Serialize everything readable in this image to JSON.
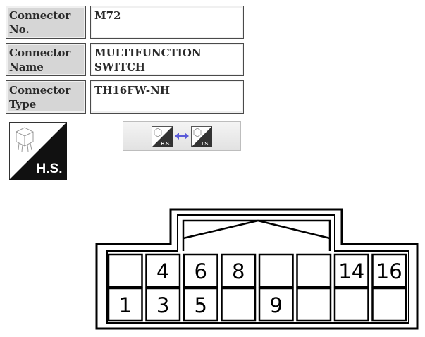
{
  "connector_info": [
    {
      "label": "Connector No.",
      "value": "M72"
    },
    {
      "label": "Connector Name",
      "value": "MULTIFUNCTION SWITCH"
    },
    {
      "label": "Connector Type",
      "value": "TH16FW-NH"
    }
  ],
  "view_icon": {
    "text": "H.S."
  },
  "toggle": {
    "left_tag": "H.S.",
    "right_tag": "T.S.",
    "icon": "swap-arrows-icon"
  },
  "terminals": {
    "top_row": [
      "",
      "4",
      "6",
      "8",
      "",
      "",
      "14",
      "16"
    ],
    "bottom_row": [
      "1",
      "3",
      "5",
      "",
      "9",
      "",
      "",
      ""
    ]
  }
}
